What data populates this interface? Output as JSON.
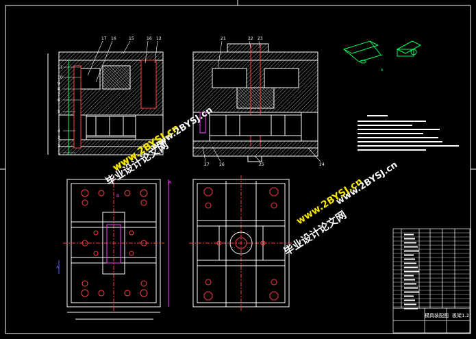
{
  "drawing": {
    "background": "#000000",
    "line_color": "#ffffff",
    "hatch_color": "#c0c0c0",
    "hole_color": "#ff4040",
    "dim_color": "#ff40ff",
    "accent_green": "#00ff60",
    "accent_blue": "#6060ff"
  },
  "watermarks": [
    "毕业设计论文网",
    "www.2BYSJ.cn",
    "www.2BYSJ.cn",
    "毕业设计论文网",
    "www.2BYSJ.cn",
    "www.2BYSJ.cn"
  ],
  "part_numbers_left": [
    "17",
    "16",
    "15",
    "16",
    "12",
    "11",
    "10",
    "9",
    "8",
    "7",
    "6",
    "5",
    "4",
    "3",
    "2",
    "1"
  ],
  "part_numbers_right": [
    "21",
    "22",
    "23",
    "24",
    "25",
    "26",
    "27"
  ],
  "title_block": {
    "title": "模具装配图",
    "code": "板架1.2"
  }
}
